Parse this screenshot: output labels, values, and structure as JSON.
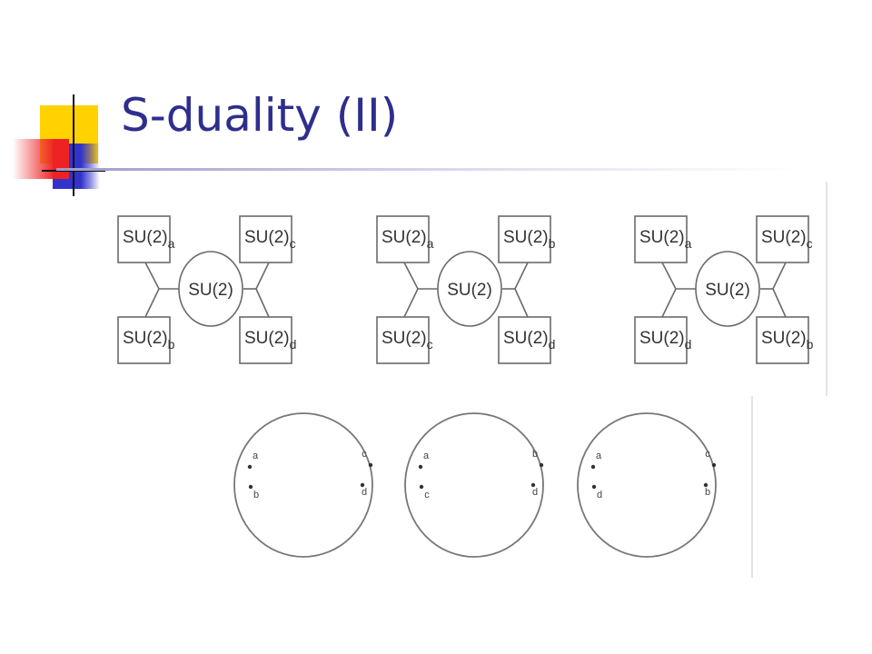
{
  "slide": {
    "title": "S-duality (II)",
    "colors": {
      "title": "#2e2e8e",
      "accent_yellow": "#ffd200",
      "accent_red": "#ee2222",
      "accent_blue": "#3333cc",
      "rule_start": "#2e2e8e",
      "rule_end": "#ffffff"
    }
  },
  "quivers": [
    {
      "center": "SU(2)",
      "top_left": {
        "base": "SU(2)",
        "index": "a"
      },
      "bottom_left": {
        "base": "SU(2)",
        "index": "b"
      },
      "top_right": {
        "base": "SU(2)",
        "index": "c"
      },
      "bottom_right": {
        "base": "SU(2)",
        "index": "d"
      }
    },
    {
      "center": "SU(2)",
      "top_left": {
        "base": "SU(2)",
        "index": "a"
      },
      "bottom_left": {
        "base": "SU(2)",
        "index": "c"
      },
      "top_right": {
        "base": "SU(2)",
        "index": "b"
      },
      "bottom_right": {
        "base": "SU(2)",
        "index": "d"
      }
    },
    {
      "center": "SU(2)",
      "top_left": {
        "base": "SU(2)",
        "index": "a"
      },
      "bottom_left": {
        "base": "SU(2)",
        "index": "d"
      },
      "top_right": {
        "base": "SU(2)",
        "index": "c"
      },
      "bottom_right": {
        "base": "SU(2)",
        "index": "b"
      }
    }
  ],
  "spheres": [
    {
      "top_left": "a",
      "bottom_left": "b",
      "top_right": "c",
      "bottom_right": "d"
    },
    {
      "top_left": "a",
      "bottom_left": "c",
      "top_right": "b",
      "bottom_right": "d"
    },
    {
      "top_left": "a",
      "bottom_left": "d",
      "top_right": "c",
      "bottom_right": "b"
    }
  ]
}
